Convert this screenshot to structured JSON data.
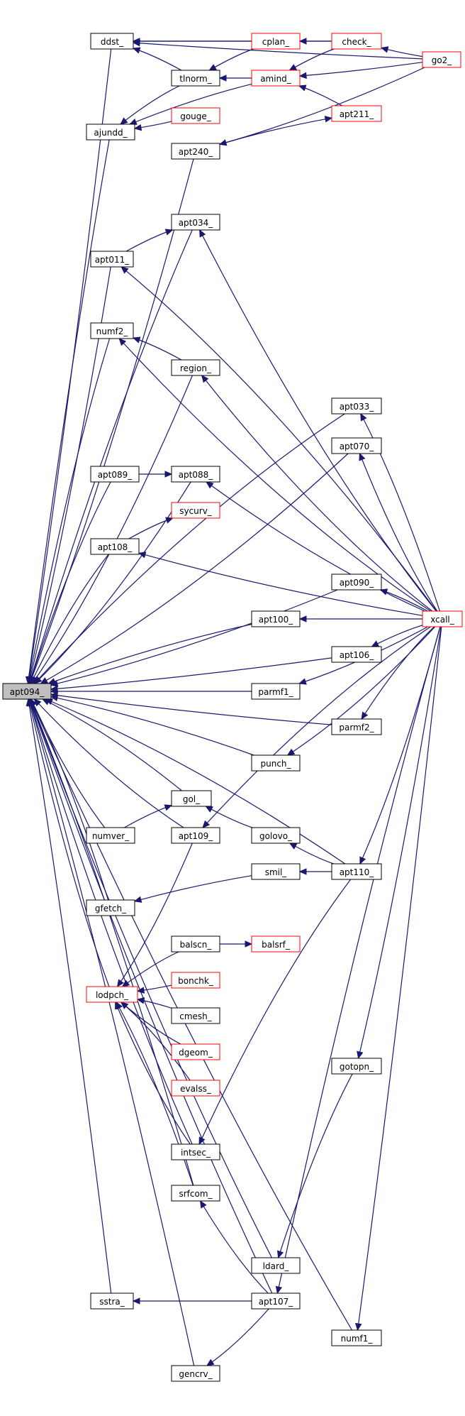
{
  "graph": {
    "nodes": [
      {
        "id": "apt094",
        "label": "apt094_",
        "style": "focus"
      },
      {
        "id": "ddst",
        "label": "ddst_",
        "style": "black"
      },
      {
        "id": "ajundd",
        "label": "ajundd_",
        "style": "black"
      },
      {
        "id": "tlnorm",
        "label": "tlnorm_",
        "style": "black"
      },
      {
        "id": "gouge",
        "label": "gouge_",
        "style": "red"
      },
      {
        "id": "cplan",
        "label": "cplan_",
        "style": "red"
      },
      {
        "id": "amind",
        "label": "amind_",
        "style": "red"
      },
      {
        "id": "check",
        "label": "check_",
        "style": "red"
      },
      {
        "id": "apt211",
        "label": "apt211_",
        "style": "red"
      },
      {
        "id": "go2",
        "label": "go2_",
        "style": "red"
      },
      {
        "id": "apt240",
        "label": "apt240_",
        "style": "black"
      },
      {
        "id": "apt034",
        "label": "apt034_",
        "style": "black"
      },
      {
        "id": "apt011",
        "label": "apt011_",
        "style": "black"
      },
      {
        "id": "numf2",
        "label": "numf2_",
        "style": "black"
      },
      {
        "id": "region",
        "label": "region_",
        "style": "black"
      },
      {
        "id": "apt033",
        "label": "apt033_",
        "style": "black"
      },
      {
        "id": "apt070",
        "label": "apt070_",
        "style": "black"
      },
      {
        "id": "apt089",
        "label": "apt089_",
        "style": "black"
      },
      {
        "id": "apt088",
        "label": "apt088_",
        "style": "black"
      },
      {
        "id": "sycurv",
        "label": "sycurv_",
        "style": "red"
      },
      {
        "id": "apt108",
        "label": "apt108_",
        "style": "black"
      },
      {
        "id": "apt090",
        "label": "apt090_",
        "style": "black"
      },
      {
        "id": "apt100",
        "label": "apt100_",
        "style": "black"
      },
      {
        "id": "xcall",
        "label": "xcall_",
        "style": "red"
      },
      {
        "id": "apt106",
        "label": "apt106_",
        "style": "black"
      },
      {
        "id": "parmf1",
        "label": "parmf1_",
        "style": "black"
      },
      {
        "id": "parmf2",
        "label": "parmf2_",
        "style": "black"
      },
      {
        "id": "punch",
        "label": "punch_",
        "style": "black"
      },
      {
        "id": "gol",
        "label": "gol_",
        "style": "black"
      },
      {
        "id": "numver",
        "label": "numver_",
        "style": "black"
      },
      {
        "id": "apt109",
        "label": "apt109_",
        "style": "black"
      },
      {
        "id": "golovo",
        "label": "golovo_",
        "style": "black"
      },
      {
        "id": "smil",
        "label": "smil_",
        "style": "black"
      },
      {
        "id": "apt110",
        "label": "apt110_",
        "style": "black"
      },
      {
        "id": "gfetch",
        "label": "gfetch_",
        "style": "black"
      },
      {
        "id": "balsrf",
        "label": "balsrf_",
        "style": "red"
      },
      {
        "id": "balscn",
        "label": "balscn_",
        "style": "black"
      },
      {
        "id": "lodpch",
        "label": "lodpch_",
        "style": "red"
      },
      {
        "id": "bonchk",
        "label": "bonchk_",
        "style": "red"
      },
      {
        "id": "cmesh",
        "label": "cmesh_",
        "style": "black"
      },
      {
        "id": "dgeom",
        "label": "dgeom_",
        "style": "red"
      },
      {
        "id": "evalss",
        "label": "evalss_",
        "style": "red"
      },
      {
        "id": "gotopn",
        "label": "gotopn_",
        "style": "black"
      },
      {
        "id": "intsec",
        "label": "intsec_",
        "style": "black"
      },
      {
        "id": "srfcom",
        "label": "srfcom_",
        "style": "black"
      },
      {
        "id": "ldard",
        "label": "ldard_",
        "style": "black"
      },
      {
        "id": "sstra",
        "label": "sstra_",
        "style": "black"
      },
      {
        "id": "apt107",
        "label": "apt107_",
        "style": "black"
      },
      {
        "id": "numf1",
        "label": "numf1_",
        "style": "black"
      },
      {
        "id": "gencrv",
        "label": "gencrv_",
        "style": "black"
      }
    ],
    "edges": [
      [
        "ddst",
        "apt094"
      ],
      [
        "ajundd",
        "apt094"
      ],
      [
        "apt240",
        "apt094"
      ],
      [
        "apt034",
        "apt094"
      ],
      [
        "apt011",
        "apt094"
      ],
      [
        "numf2",
        "apt094"
      ],
      [
        "region",
        "apt094"
      ],
      [
        "apt033",
        "apt094"
      ],
      [
        "apt070",
        "apt094"
      ],
      [
        "apt089",
        "apt094"
      ],
      [
        "apt088",
        "apt094"
      ],
      [
        "apt108",
        "apt094"
      ],
      [
        "apt090",
        "apt094"
      ],
      [
        "apt100",
        "apt094"
      ],
      [
        "apt106",
        "apt094"
      ],
      [
        "parmf1",
        "apt094"
      ],
      [
        "parmf2",
        "apt094"
      ],
      [
        "punch",
        "apt094"
      ],
      [
        "numver",
        "apt094"
      ],
      [
        "gol",
        "apt094"
      ],
      [
        "apt109",
        "apt094"
      ],
      [
        "gfetch",
        "apt094"
      ],
      [
        "lodpch",
        "apt094"
      ],
      [
        "apt110",
        "apt094"
      ],
      [
        "intsec",
        "apt094"
      ],
      [
        "srfcom",
        "apt094"
      ],
      [
        "ldard",
        "apt094"
      ],
      [
        "sstra",
        "apt094"
      ],
      [
        "apt107",
        "apt094"
      ],
      [
        "gencrv",
        "apt094"
      ],
      [
        "numf1",
        "apt094"
      ],
      [
        "tlnorm",
        "ddst"
      ],
      [
        "cplan",
        "ddst"
      ],
      [
        "check",
        "ddst"
      ],
      [
        "go2",
        "ddst"
      ],
      [
        "tlnorm",
        "ajundd"
      ],
      [
        "gouge",
        "ajundd"
      ],
      [
        "amind",
        "ajundd"
      ],
      [
        "amind",
        "tlnorm"
      ],
      [
        "cplan",
        "tlnorm"
      ],
      [
        "check",
        "cplan"
      ],
      [
        "check",
        "amind"
      ],
      [
        "go2",
        "amind"
      ],
      [
        "apt211",
        "amind"
      ],
      [
        "go2",
        "check"
      ],
      [
        "apt240",
        "apt211"
      ],
      [
        "go2",
        "apt240"
      ],
      [
        "apt011",
        "apt034"
      ],
      [
        "xcall",
        "apt034"
      ],
      [
        "xcall",
        "apt011"
      ],
      [
        "xcall",
        "numf2"
      ],
      [
        "region",
        "numf2"
      ],
      [
        "xcall",
        "region"
      ],
      [
        "xcall",
        "apt033"
      ],
      [
        "xcall",
        "apt070"
      ],
      [
        "apt089",
        "apt088"
      ],
      [
        "xcall",
        "apt088"
      ],
      [
        "apt108",
        "sycurv"
      ],
      [
        "xcall",
        "apt108"
      ],
      [
        "xcall",
        "apt090"
      ],
      [
        "xcall",
        "apt100"
      ],
      [
        "xcall",
        "apt106"
      ],
      [
        "xcall",
        "parmf1"
      ],
      [
        "xcall",
        "parmf2"
      ],
      [
        "xcall",
        "punch"
      ],
      [
        "numver",
        "gol"
      ],
      [
        "golovo",
        "gol"
      ],
      [
        "xcall",
        "apt109"
      ],
      [
        "apt110",
        "golovo"
      ],
      [
        "apt110",
        "smil"
      ],
      [
        "xcall",
        "apt110"
      ],
      [
        "smil",
        "gfetch"
      ],
      [
        "balscn",
        "balsrf"
      ],
      [
        "balscn",
        "lodpch"
      ],
      [
        "bonchk",
        "lodpch"
      ],
      [
        "cmesh",
        "lodpch"
      ],
      [
        "dgeom",
        "lodpch"
      ],
      [
        "evalss",
        "lodpch"
      ],
      [
        "intsec",
        "lodpch"
      ],
      [
        "srfcom",
        "lodpch"
      ],
      [
        "apt109",
        "lodpch"
      ],
      [
        "apt110",
        "intsec"
      ],
      [
        "apt107",
        "srfcom"
      ],
      [
        "gotopn",
        "ldard"
      ],
      [
        "xcall",
        "gotopn"
      ],
      [
        "apt107",
        "sstra"
      ],
      [
        "apt107",
        "gencrv"
      ],
      [
        "xcall",
        "apt107"
      ],
      [
        "xcall",
        "numf1"
      ]
    ]
  }
}
